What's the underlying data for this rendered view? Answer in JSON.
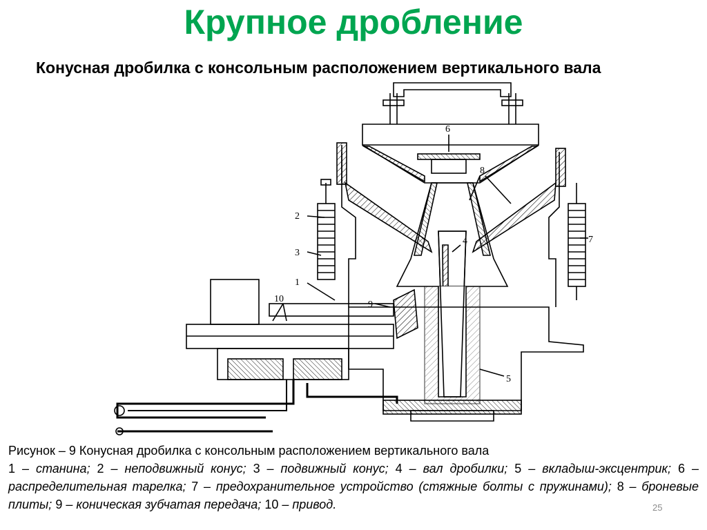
{
  "slide": {
    "title": "Крупное дробление",
    "subtitle": "Конусная дробилка с консольным расположением вертикального вала",
    "page_number": "25",
    "accent_color": "#00a550"
  },
  "figure": {
    "labels": [
      "6",
      "8",
      "2",
      "3",
      "4",
      "7",
      "1",
      "10",
      "9",
      "5"
    ]
  },
  "caption": {
    "heading": "Рисунок – 9 Конусная дробилка с консольным расположением вертикального вала",
    "legend": [
      {
        "num": "1",
        "text": "станина;"
      },
      {
        "num": "2",
        "text": "неподвижный конус;"
      },
      {
        "num": "3",
        "text": "подвижный конус;"
      },
      {
        "num": "4",
        "text": "вал дробилки;"
      },
      {
        "num": "5",
        "text": "вкладыш-эксцентрик;"
      },
      {
        "num": "6",
        "text": "распределительная тарелка;"
      },
      {
        "num": "7",
        "text": "предохранительное устройство (стяжные болты с пружинами);"
      },
      {
        "num": "8",
        "text": "броневые плиты;"
      },
      {
        "num": "9",
        "text": "коническая зубчатая передача;"
      },
      {
        "num": "10",
        "text": "привод."
      }
    ]
  }
}
